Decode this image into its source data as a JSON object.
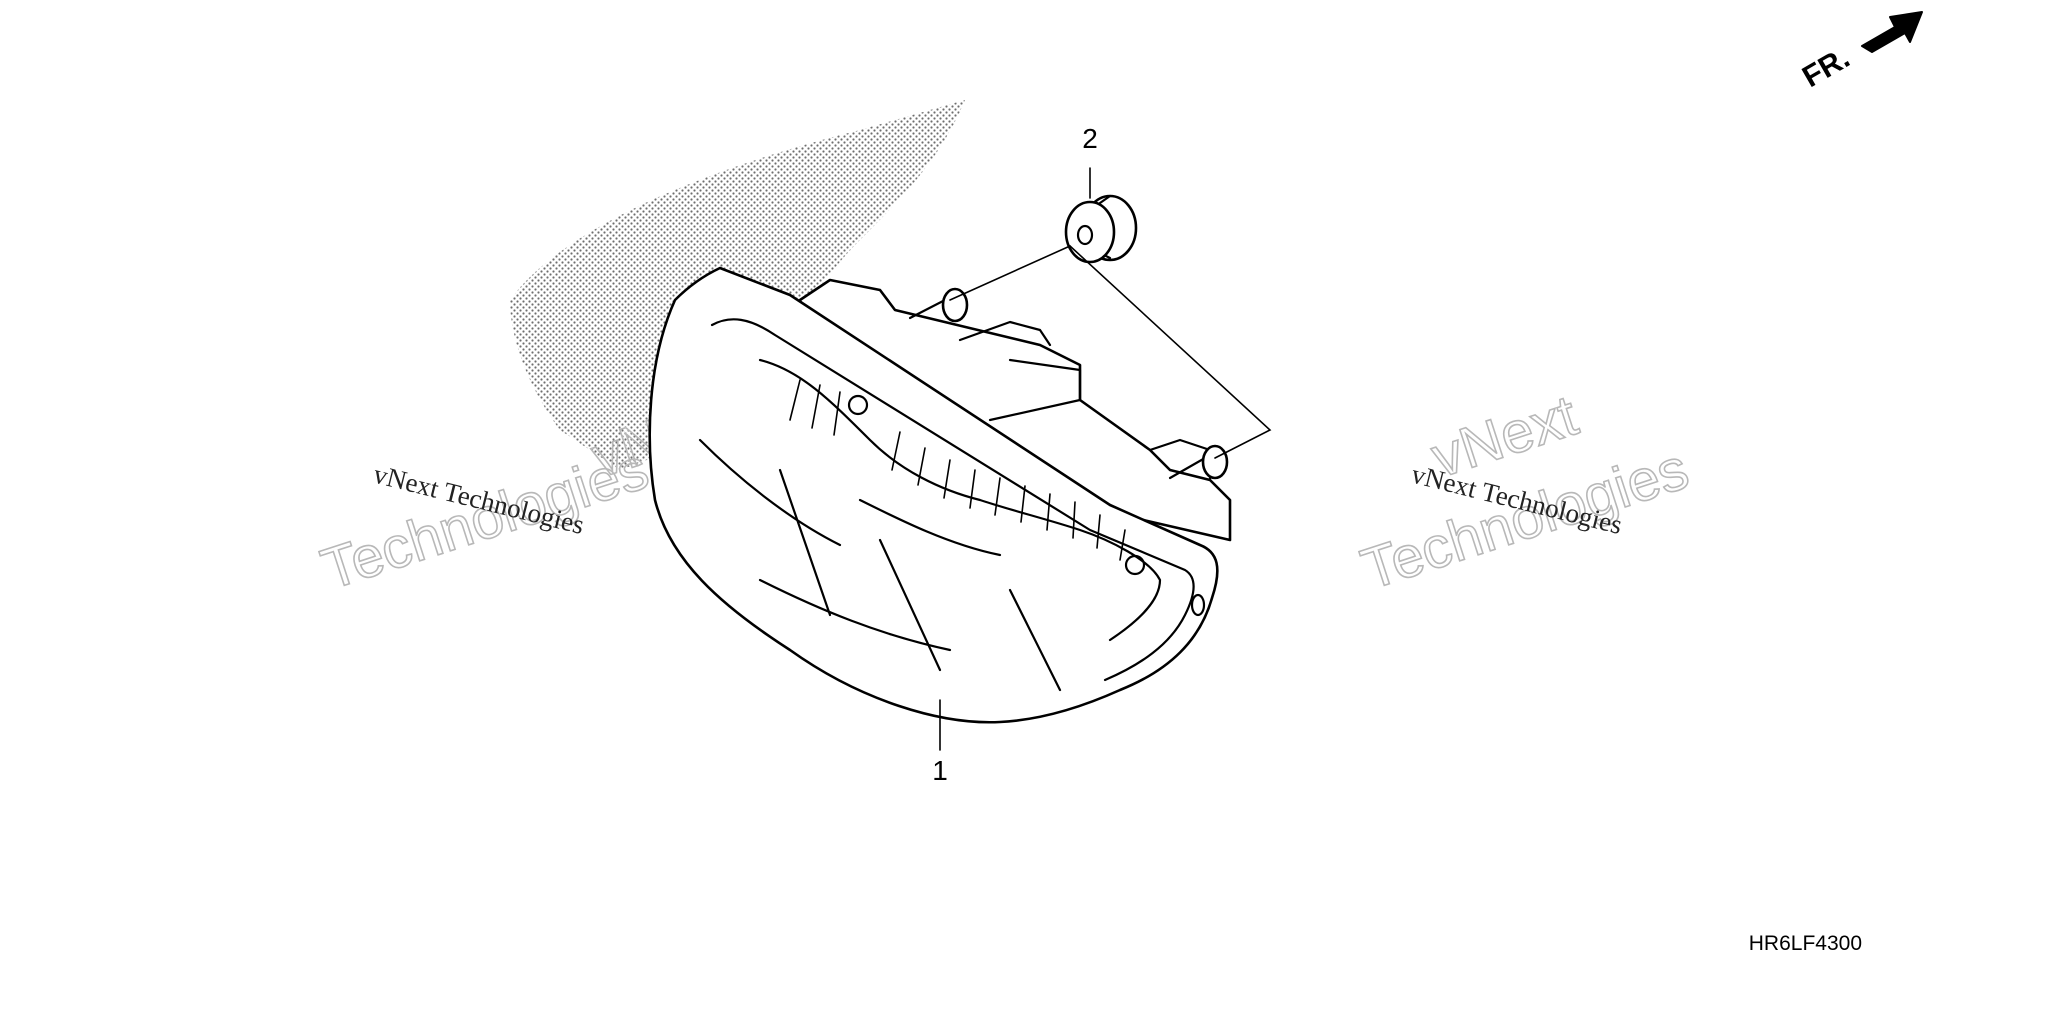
{
  "diagram": {
    "direction_marker": "FR.",
    "part_code": "HR6LF4300",
    "callouts": [
      {
        "number": "1"
      },
      {
        "number": "2"
      }
    ]
  },
  "watermarks": [
    {
      "large_line1": "vNext",
      "large_line2": "Technologies",
      "small": "vNext Technologies"
    },
    {
      "large_line1": "vNext",
      "large_line2": "Technologies",
      "small": "vNext Technologies"
    }
  ]
}
